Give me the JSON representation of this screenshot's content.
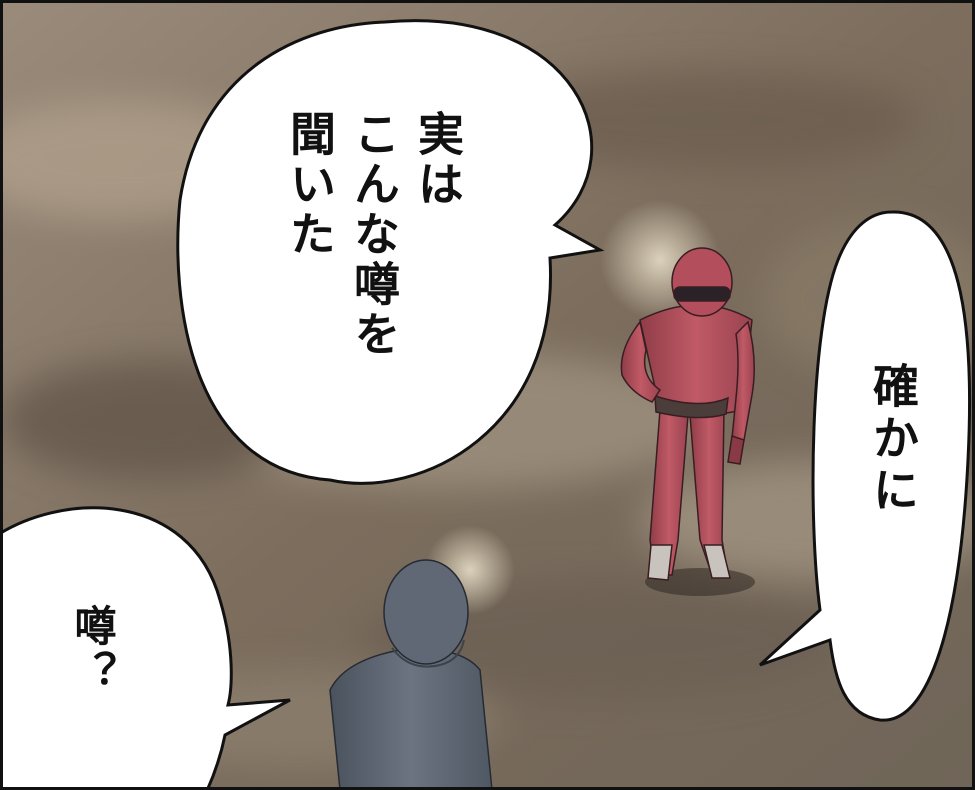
{
  "panel": {
    "background": "#8a7a6a",
    "frame_color": "#111111"
  },
  "characters": [
    {
      "name": "red-suited-figure",
      "color": "#b0505c"
    },
    {
      "name": "gray-figure",
      "color": "#5d6673"
    }
  ],
  "bubbles": {
    "top": {
      "text": "実は\nこんな噂を\n聞いた"
    },
    "right": {
      "text": "確かに"
    },
    "left": {
      "text": "噂？"
    }
  }
}
